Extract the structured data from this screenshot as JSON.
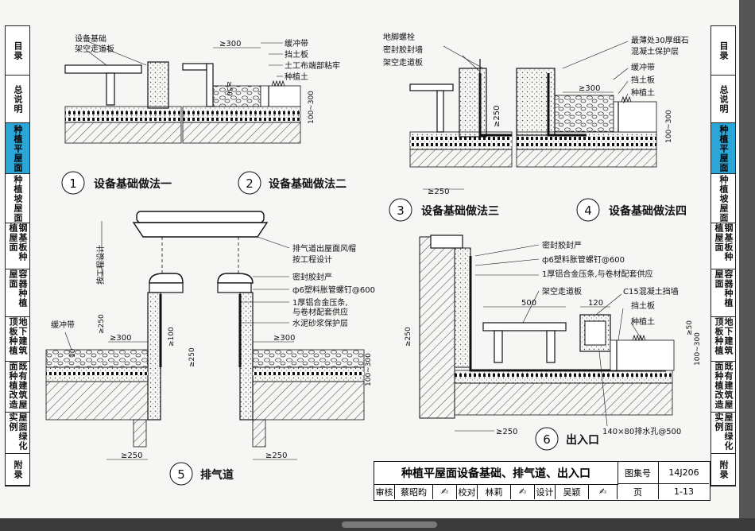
{
  "left_tabs": [
    {
      "label": "目录",
      "active": false
    },
    {
      "label": "总说明",
      "active": false
    },
    {
      "label": "种植平屋面",
      "active": true
    },
    {
      "label": "种植坡屋面",
      "active": false
    },
    {
      "label": "钢基板种植屋面",
      "active": false
    },
    {
      "label": "容器种植屋面",
      "active": false
    },
    {
      "label": "地下建筑顶板种植",
      "active": false
    },
    {
      "label": "既有建筑屋面种植改造",
      "active": false
    },
    {
      "label": "屋面绿化实例",
      "active": false
    },
    {
      "label": "附录",
      "active": false
    }
  ],
  "right_tabs": [
    {
      "label": "目录",
      "active": false
    },
    {
      "label": "总说明",
      "active": false
    },
    {
      "label": "种植平屋面",
      "active": true
    },
    {
      "label": "种植坡屋面",
      "active": false
    },
    {
      "label": "钢基板种植屋面",
      "active": false
    },
    {
      "label": "容器种植屋面",
      "active": false
    },
    {
      "label": "地下建筑顶板种植",
      "active": false
    },
    {
      "label": "既有建筑屋面种植改造",
      "active": false
    },
    {
      "label": "屋面绿化实例",
      "active": false
    },
    {
      "label": "附录",
      "active": false
    }
  ],
  "details": {
    "d1": {
      "num": "1",
      "title": "设备基础做法一",
      "l1": "设备基础",
      "l2": "架空走道板"
    },
    "d2": {
      "num": "2",
      "title": "设备基础做法二",
      "dim1": "≥300",
      "dim2": "≥50",
      "dim3": "100~300",
      "l1": "缓冲带",
      "l2": "挡土板",
      "l3": "土工布端部粘牢",
      "l4": "种植土"
    },
    "d3": {
      "num": "3",
      "title": "设备基础做法三",
      "l1": "地脚螺栓",
      "l2": "密封胶封墙",
      "l3": "架空走道板",
      "dim1": "≥250",
      "dim2": "≥250"
    },
    "d4": {
      "num": "4",
      "title": "设备基础做法四",
      "l1": "最薄处30厚细石",
      "l2": "混凝土保护层",
      "l3": "缓冲带",
      "l4": "挡土板",
      "l5": "种植土",
      "dim1": "≥300",
      "dim2": "100~300"
    },
    "d5": {
      "num": "5",
      "title": "排气道",
      "l1": "排气道出屋面风帽",
      "l2": "按工程设计",
      "l3": "密封胶封严",
      "l4": "ф6塑料胀管螺钉@600",
      "l5": "1厚铝合金压条,",
      "l6": "与卷材配套供应",
      "l7": "水泥砂浆保护层",
      "l8": "缓冲带",
      "l9": "按工程设计",
      "dim1": "≥300",
      "dim2": "≥300",
      "dim3": "≥250",
      "dim4": "≥250",
      "dim5": "≥250",
      "dim6": "≥250",
      "dim7": "100~300",
      "dim8": "≥100",
      "dim9": "10"
    },
    "d6": {
      "num": "6",
      "title": "出入口",
      "l1": "密封胶封严",
      "l2": "ф6塑料胀管螺钉@600",
      "l3": "1厚铝合金压条,与卷材配套供应",
      "l4": "架空走道板",
      "l5": "C15混凝土挡墙",
      "l6": "挡土板",
      "l7": "种植土",
      "l8": "140×80排水孔@500",
      "dim1": "500",
      "dim2": "120",
      "dim3": "≥250",
      "dim4": "≥250",
      "dim5": "≥50",
      "dim6": "100~300"
    }
  },
  "titleblock": {
    "title": "种植平屋面设备基础、排气道、出入口",
    "atlas_label": "图集号",
    "atlas_no": "14J206",
    "review_label": "审核",
    "reviewer": "蔡昭昀",
    "check_label": "校对",
    "checker": "林莉",
    "design_label": "设计",
    "designer": "吴颖",
    "page_label": "页",
    "page_no": "1-13"
  }
}
